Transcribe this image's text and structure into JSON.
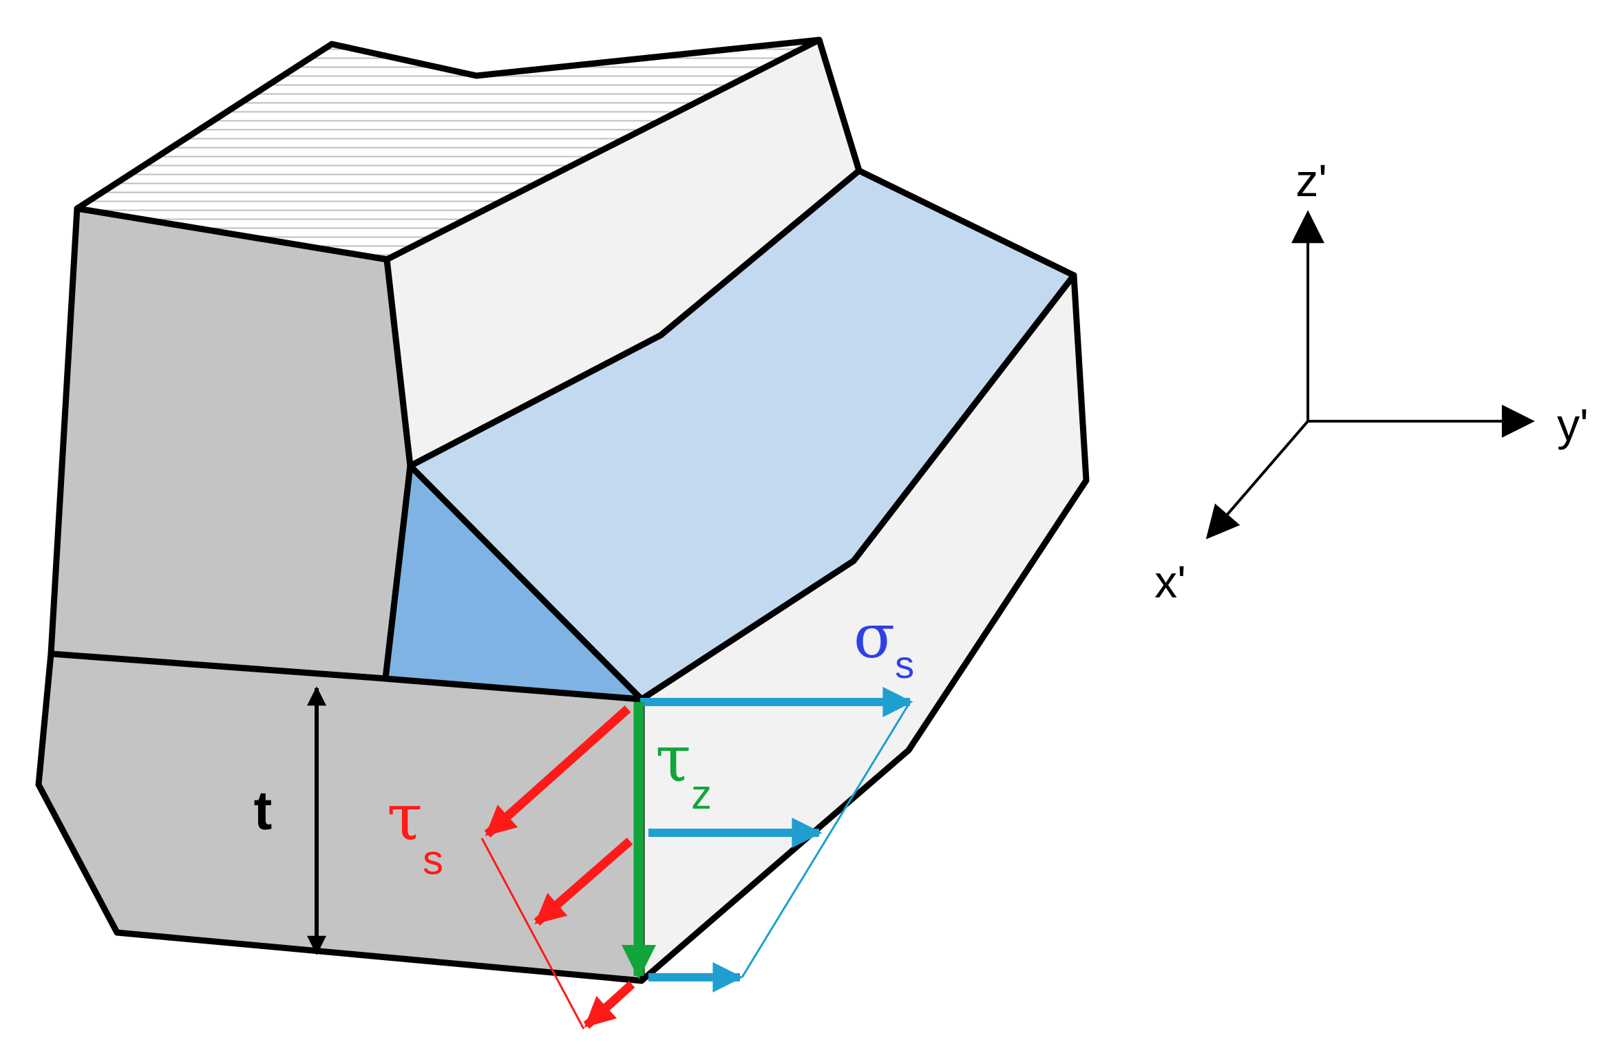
{
  "labels": {
    "axis_z": "z'",
    "axis_y": "y'",
    "axis_x": "x'",
    "thickness": "t",
    "sigma": "σ",
    "sigma_sub": "s",
    "tau_z": "τ",
    "tau_z_sub": "z",
    "tau_s": "τ",
    "tau_s_sub": "s"
  },
  "colors": {
    "outline": "#000000",
    "side_face": "#c4c4c4",
    "light_face": "#f2f2f2",
    "blue_face": "#c3d9f0",
    "dark_blue_face": "#7fb3e3",
    "sigma_color": "#2f3fe8",
    "tau_z_color": "#12a53a",
    "tau_s_color": "#ff1a1a",
    "cyan_arrow": "#1e9fd0"
  }
}
